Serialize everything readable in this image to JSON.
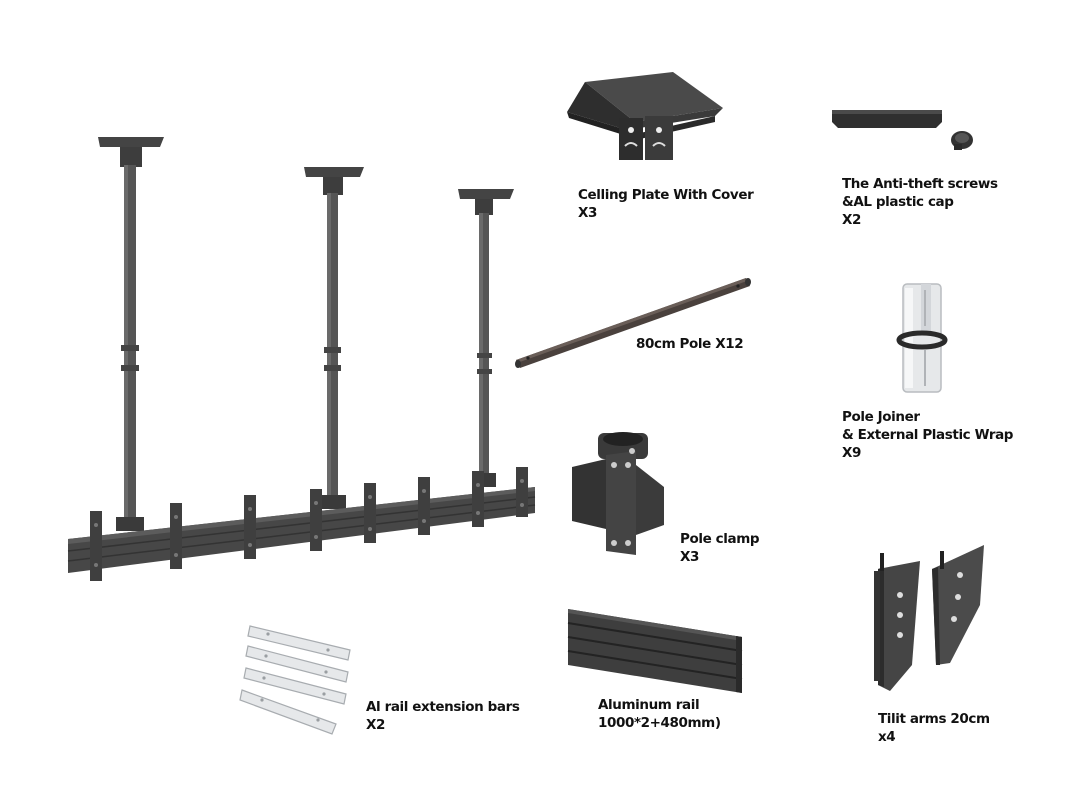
{
  "colors": {
    "background": "#ffffff",
    "metal_dark": "#3a3a3a",
    "metal_mid": "#555555",
    "metal_light": "#7a7a7a",
    "rod_brown": "#4a413d",
    "plastic_white": "#e6e8ea",
    "label_text": "#111111"
  },
  "items": {
    "ceiling_plate": {
      "name": "Celling Plate With Cover",
      "qty": "X3",
      "icon": "ceiling-plate-with-cover"
    },
    "anti_theft": {
      "line1": "The Anti-theft screws",
      "line2": "&AL plastic cap",
      "qty": "X2",
      "icon": "anti-theft-screw-and-cap"
    },
    "pole": {
      "name": "80cm Pole X12",
      "icon": "pole-80cm"
    },
    "pole_joiner": {
      "line1": "Pole Joiner",
      "line2": "& External Plastic Wrap",
      "qty": "X9",
      "icon": "pole-joiner-with-wrap"
    },
    "pole_clamp": {
      "name": "Pole clamp",
      "qty": "X3",
      "icon": "pole-clamp"
    },
    "tilt_arms": {
      "name": "Tilit arms 20cm",
      "qty": "x4",
      "icon": "tilt-arm"
    },
    "al_rail_ext": {
      "name": "Al rail extension bars",
      "qty": "X2",
      "icon": "rail-extension-bar"
    },
    "aluminum_rail": {
      "name": "Aluminum rail",
      "size": "1000*2+480mm)",
      "icon": "aluminum-rail"
    },
    "assembled": {
      "icon": "assembled-ceiling-mount"
    }
  }
}
